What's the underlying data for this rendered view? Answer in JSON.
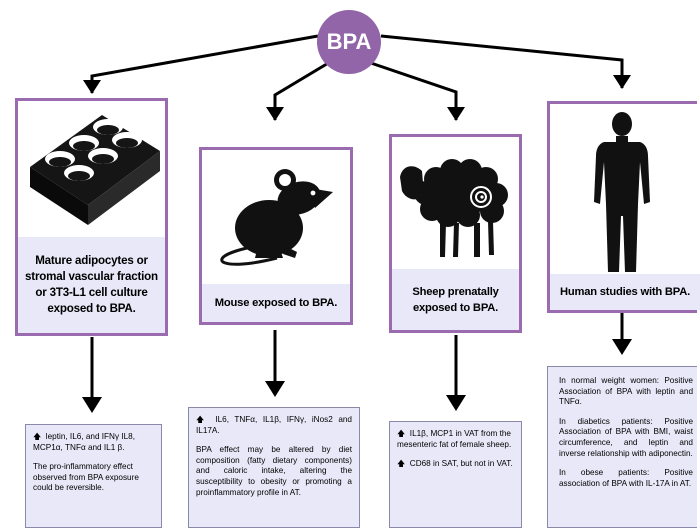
{
  "center": {
    "label": "BPA"
  },
  "columns": [
    {
      "id": "cell-culture",
      "label_lines": [
        "Mature adipocytes or",
        "stromal vascular fraction",
        "or 3T3-L1 cell culture",
        "exposed to BPA."
      ],
      "icon": "cell-culture-plate-icon",
      "findings": [
        "leptin, IL6, and IFNγ IL8, MCP1α, TNFα and IL1 β.",
        "The pro-inflammatory effect observed from BPA exposure could be reversible."
      ]
    },
    {
      "id": "mouse",
      "label_lines": [
        "Mouse exposed to BPA."
      ],
      "icon": "mouse-icon",
      "findings": [
        "IL6, TNFα, IL1β, IFNγ, iNos2 and IL17A.",
        "BPA effect may be altered by diet composition (fatty dietary components) and caloric intake, altering the susceptibility to obesity or promoting a proinflammatory profile in AT."
      ]
    },
    {
      "id": "sheep",
      "label_lines": [
        "Sheep prenatally",
        "exposed to BPA."
      ],
      "icon": "sheep-icon",
      "findings": [
        "IL1β, MCP1 in VAT from the mesenteric fat of female sheep.",
        "CD68 in SAT, but not in VAT."
      ]
    },
    {
      "id": "human",
      "label_lines": [
        "Human studies with BPA."
      ],
      "icon": "human-silhouette-icon",
      "findings": [
        "In normal weight women: Positive Association of BPA with leptin and TNFα.",
        "In diabetics patients: Positive Association of BPA with BMI, waist circumference, and leptin and inverse relationship with adiponectin.",
        "In obese patients: Positive association of BPA with IL-17A in AT."
      ]
    }
  ],
  "colors": {
    "accent": "#9264a8",
    "box_border": "#9b6bb0",
    "label_fill": "#e8e8f8",
    "icon": "#111111"
  },
  "icons": {
    "increase": "up-arrow-icon",
    "flow": "down-arrow-icon"
  }
}
